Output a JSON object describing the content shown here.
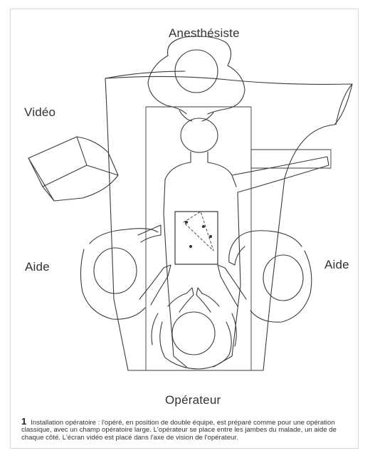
{
  "labels": {
    "anesthesiste": "Anesthésiste",
    "video": "Vidéo",
    "aide_left": "Aide",
    "aide_right": "Aide",
    "operateur": "Opérateur"
  },
  "caption": {
    "number": "1",
    "text": "Installation opératoire : l'opéré, en position de double équipe, est préparé comme pour une opération classique, avec un champ opératoire large. L'opérateur se place entre les jambes du malade, un aide de chaque côté. L'écran vidéo est placé dans l'axe de vision de l'opérateur."
  },
  "colors": {
    "line": "#3a3a3a",
    "paper": "#ffffff",
    "frame": "#d8d8d8"
  }
}
